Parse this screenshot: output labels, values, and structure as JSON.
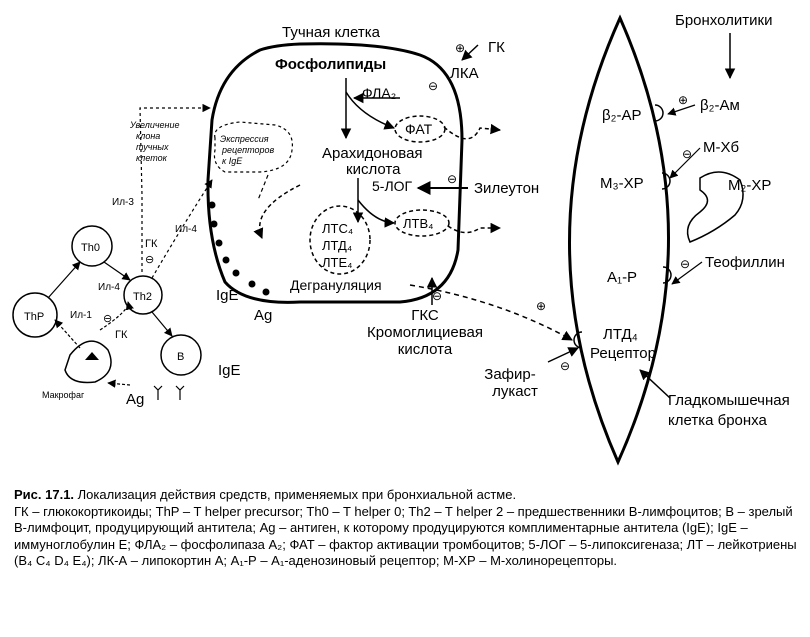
{
  "diagram": {
    "mast_cell": {
      "title": "Тучная клетка",
      "phospholipids": "Фосфолипиды",
      "pla2": "ФЛА₂",
      "paf": "ФАТ",
      "arachidonic_acid": "Арахидоновая кислота",
      "lox5": "5-ЛОГ",
      "ltc4": "ЛТС₄",
      "ltd4": "ЛТД₄",
      "lte4": "ЛТЕ₄",
      "ltb4": "ЛТВ₄",
      "degranulation": "Дегрануляция",
      "clone_increase": "Увеличение клона тучных клеток",
      "receptor_expression": "Экспрессия рецепторов к IgE"
    },
    "drugs": {
      "gk_top": "ГК",
      "lka": "ЛКА",
      "zileuton": "Зилеутон",
      "gks_cromoglycic": [
        "ГКС",
        "Кромоглициевая",
        "кислота"
      ],
      "zafirlukast": [
        "Зафир-",
        "лукаст"
      ],
      "gk_th2": "ГК",
      "gk_thp": "ГК"
    },
    "immune": {
      "thp": "ThP",
      "th0": "Th0",
      "th2": "Th2",
      "b": "B",
      "macrophage": "Макрофаг",
      "il1": "Ил-1",
      "il3": "Ил-3",
      "il4_a": "Ил-4",
      "il4_b": "Ил-4",
      "ige_cell": "IgE",
      "ige_free": "IgE",
      "ag_cell": "Ag",
      "ag_macro": "Ag"
    },
    "bronchus": {
      "bronchodilators": "Бронхолитики",
      "b2_ar": "β₂-АР",
      "b2_am": "β₂-Ам",
      "m_hb": "М-Хб",
      "m3_hr": "М₃-ХР",
      "m2_hr": "М₂-ХР",
      "a1_r": "А₁-Р",
      "theophylline": "Теофиллин",
      "ltd4_receptor": [
        "ЛТД₄",
        "Рецептор"
      ],
      "smooth_muscle": [
        "Гладкомышечная",
        "клетка бронха"
      ]
    },
    "signs": {
      "plus": "⊕",
      "minus": "⊖"
    }
  },
  "caption": {
    "lead": "Рис. 17.1.",
    "title": " Локализация действия средств, применяемых при бронхиальной астме.",
    "body": "ГК – глюкокортикоиды; ThP – T helper precursor; Th0 – T helper 0; Th2 – T helper 2 – предшественники B-лимфоцитов; B – зрелый B-лимфоцит, продуцирующий антитела; Ag – антиген, к которому продуцируются комплиментарные антитела (IgE); IgE – иммуноглобулин E; ФЛА₂ – фосфолипаза А₂; ФАТ – фактор активации тромбоцитов; 5-ЛОГ – 5-липоксигеназа; ЛТ – лейкотриены (B₄ C₄ D₄ E₄); ЛК-А – липокортин А; А₁-Р – А₁-аденозиновый рецептор; М-ХР – М-холинорецепторы."
  }
}
